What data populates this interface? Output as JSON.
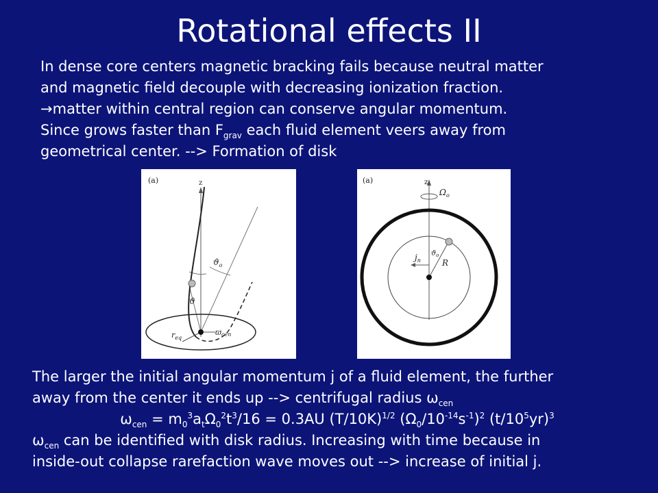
{
  "title": "Rotational effects II",
  "intro": {
    "line1": "In dense core centers magnetic bracking fails because neutral matter",
    "line2": "and magnetic field decouple with decreasing ionization fraction.",
    "line3_arrow": "→",
    "line3": "matter within central region can conserve angular momentum.",
    "line4_pre": "Since grows faster than F",
    "line4_sub": "grav",
    "line4_post": " each fluid element veers away from",
    "line5": "geometrical center. --> Formation of disk"
  },
  "figure_a": {
    "panel_label": "(a)",
    "axis_label": "z",
    "angle_label": "ϑ",
    "angle_sub": "o",
    "theta_label": "ϑ",
    "req_label": "r",
    "req_sub": "eq",
    "wcen_label": "ϖ",
    "wcen_sub": "cen"
  },
  "figure_b": {
    "panel_label": "(a)",
    "axis_label": "z",
    "omega_label": "Ω",
    "omega_sub": "o",
    "j_label": "j",
    "j_sub": "n",
    "theta_label": "ϑ",
    "theta_sub": "o",
    "r_label": "R"
  },
  "outro": {
    "line1": "The larger the initial angular momentum j of a fluid element, the further",
    "line2_pre": "away from the center it ends up --> centrifugal radius ",
    "line2_sym": "ω",
    "line2_sub": "cen",
    "eq_sym": "ω",
    "eq_sub": "cen",
    "eq_a": " = m",
    "eq_a_sub": "0",
    "eq_a_sup": "3",
    "eq_b": "a",
    "eq_b_sub": "t",
    "eq_c": "Ω",
    "eq_c_sub": "0",
    "eq_c_sup": "2",
    "eq_d": "t",
    "eq_d_sup": "3",
    "eq_e": "/16 = 0.3AU (T/10K)",
    "eq_e_sup": "1/2",
    "eq_f": "  (Ω",
    "eq_f_sub": "0",
    "eq_g": "/10",
    "eq_g_sup": "-14",
    "eq_h": "s",
    "eq_h_sup": "-1",
    "eq_i": ")",
    "eq_i_sup": "2",
    "eq_j": " (t/10",
    "eq_j_sup": "5",
    "eq_k": "yr)",
    "eq_k_sup": "3",
    "line4_sym": "ω",
    "line4_sub": "cen",
    "line4": " can be identified with disk radius. Increasing with time because in",
    "line5": "inside-out collapse rarefaction wave moves out --> increase of initial j."
  }
}
